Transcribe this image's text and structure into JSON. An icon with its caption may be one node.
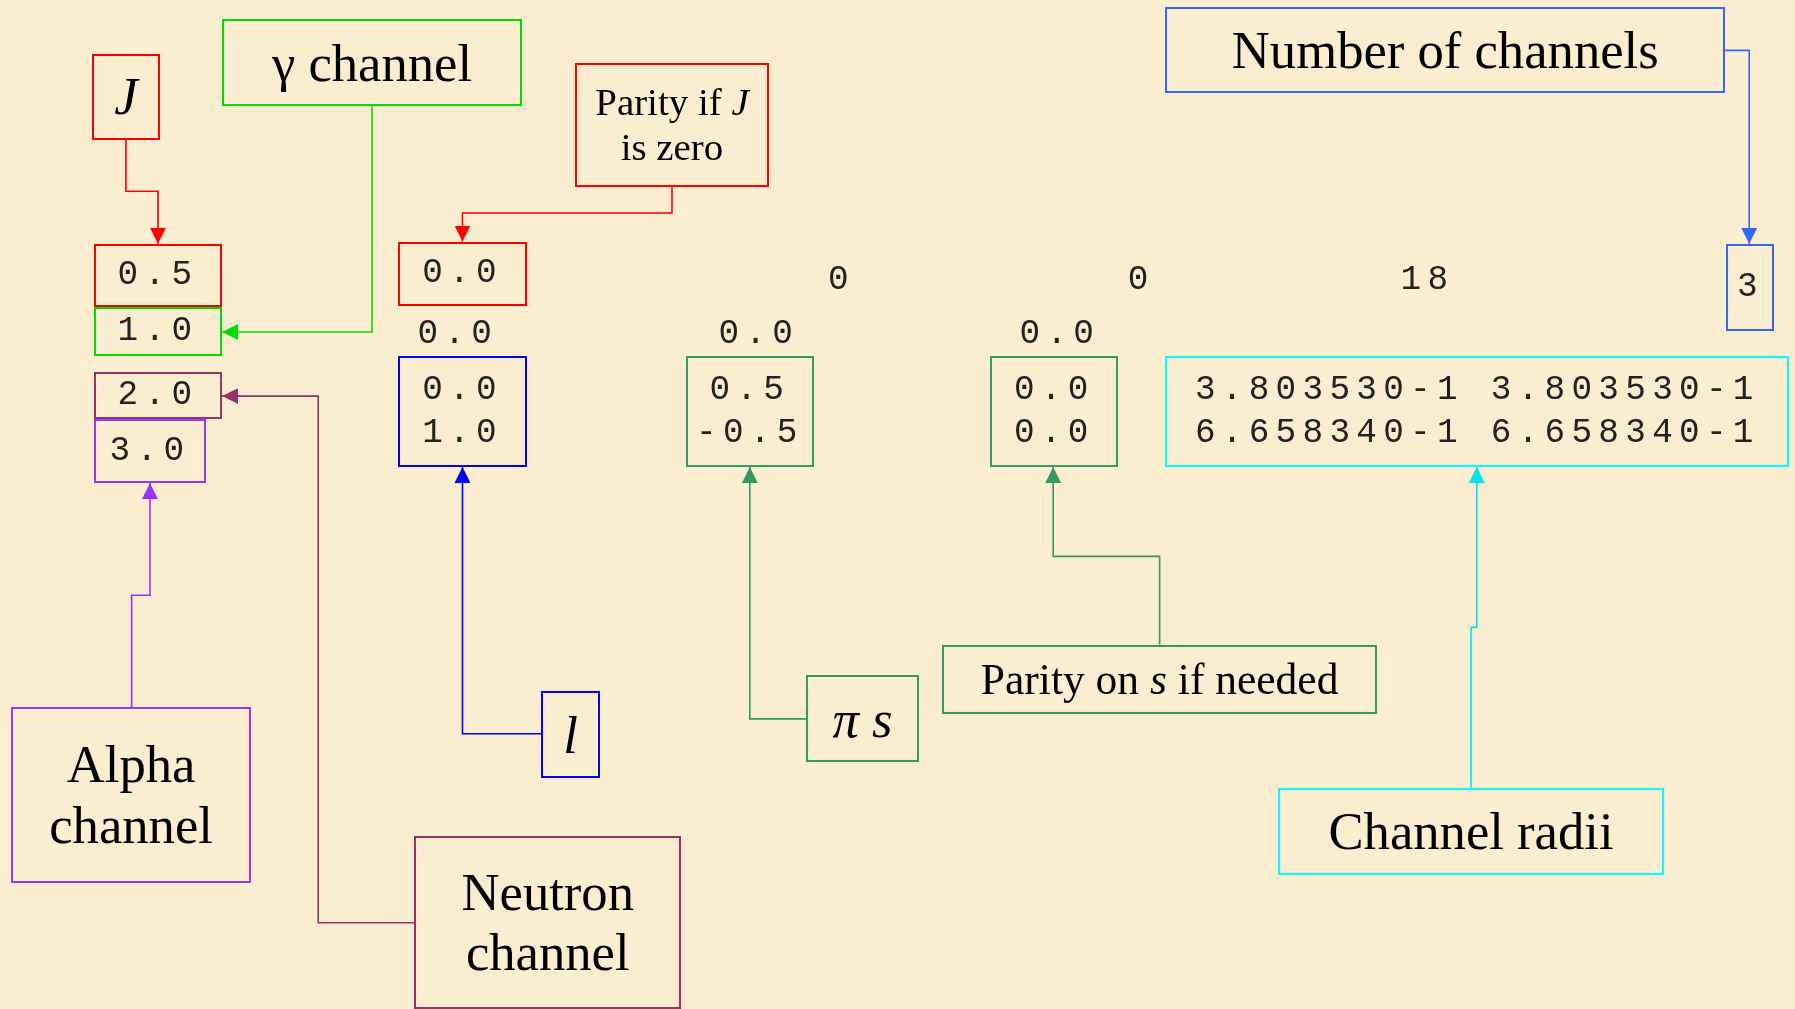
{
  "diagram": {
    "nodes": [
      {
        "text": [
          "J"
        ]
      },
      {
        "text": [
          "γ channel"
        ]
      },
      {
        "text": [
          "Parity if *J* is zero"
        ]
      },
      {
        "text": [
          "Number of channels"
        ]
      },
      {
        "text": [
          "0.5"
        ]
      },
      {
        "text": [
          "1.0"
        ]
      },
      {
        "text": [
          "2.0"
        ]
      },
      {
        "text": [
          "3.0"
        ]
      },
      {
        "text": [
          "0.0"
        ]
      },
      {
        "text": [
          "0.0",
          "1.0"
        ]
      },
      {
        "text": [
          "0.5",
          "-0.5"
        ]
      },
      {
        "text": [
          "0.0",
          "0.0"
        ]
      },
      {
        "text": [
          "3.803530-1 3.803530-1",
          "6.658340-1 6.658340-1"
        ]
      },
      {
        "text": [
          "3"
        ]
      },
      {
        "text": [
          "Alpha channel"
        ]
      },
      {
        "text": [
          "Neutron channel"
        ]
      },
      {
        "text": [
          "l"
        ]
      },
      {
        "text": [
          "π s"
        ]
      },
      {
        "text": [
          "Parity on *s* if needed"
        ]
      },
      {
        "text": [
          "Channel radii"
        ]
      }
    ],
    "edges": [
      {
        "from": 0,
        "to": 4,
        "arrow": "to",
        "color": "#ff0000"
      },
      {
        "from": 1,
        "to": 5,
        "arrow": "to",
        "color": "#00dd00"
      },
      {
        "from": 2,
        "to": 8,
        "arrow": "to",
        "color": "#ff0000"
      },
      {
        "from": 3,
        "to": 13,
        "arrow": "to",
        "color": "#3366ff"
      },
      {
        "from": 14,
        "to": 7,
        "arrow": "to",
        "color": "#9933ff"
      },
      {
        "from": 15,
        "to": 6,
        "arrow": "to",
        "color": "#993366"
      },
      {
        "from": 16,
        "to": 9,
        "arrow": "to",
        "color": "#0000ff"
      },
      {
        "from": 17,
        "to": 10,
        "arrow": "to",
        "color": "#339966"
      },
      {
        "from": 18,
        "to": 11,
        "arrow": "to",
        "color": "#339966"
      },
      {
        "from": 19,
        "to": 12,
        "arrow": "to",
        "color": "#00e5ee"
      }
    ],
    "labels": [
      "0",
      "0",
      "18",
      "0.0",
      "0.0",
      "0.0"
    ]
  }
}
